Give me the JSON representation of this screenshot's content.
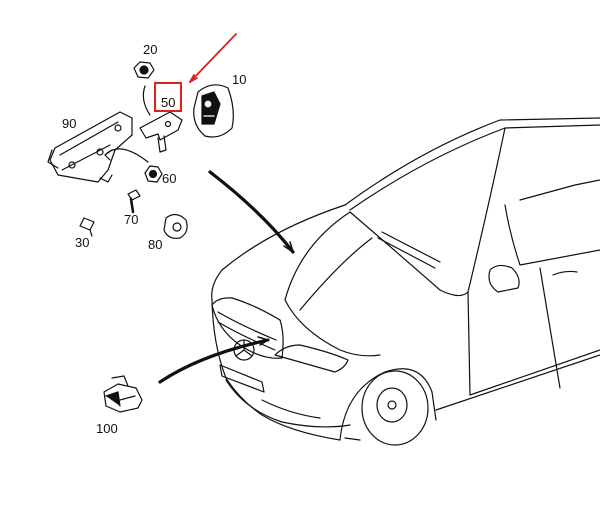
{
  "diagram": {
    "callouts": [
      {
        "id": "20",
        "label": "20"
      },
      {
        "id": "10",
        "label": "10"
      },
      {
        "id": "50",
        "label": "50",
        "highlighted": true
      },
      {
        "id": "90",
        "label": "90"
      },
      {
        "id": "60",
        "label": "60"
      },
      {
        "id": "70",
        "label": "70"
      },
      {
        "id": "30",
        "label": "30"
      },
      {
        "id": "80",
        "label": "80"
      },
      {
        "id": "100",
        "label": "100"
      }
    ],
    "highlight_color": "#e02020",
    "line_color": "#111111"
  }
}
